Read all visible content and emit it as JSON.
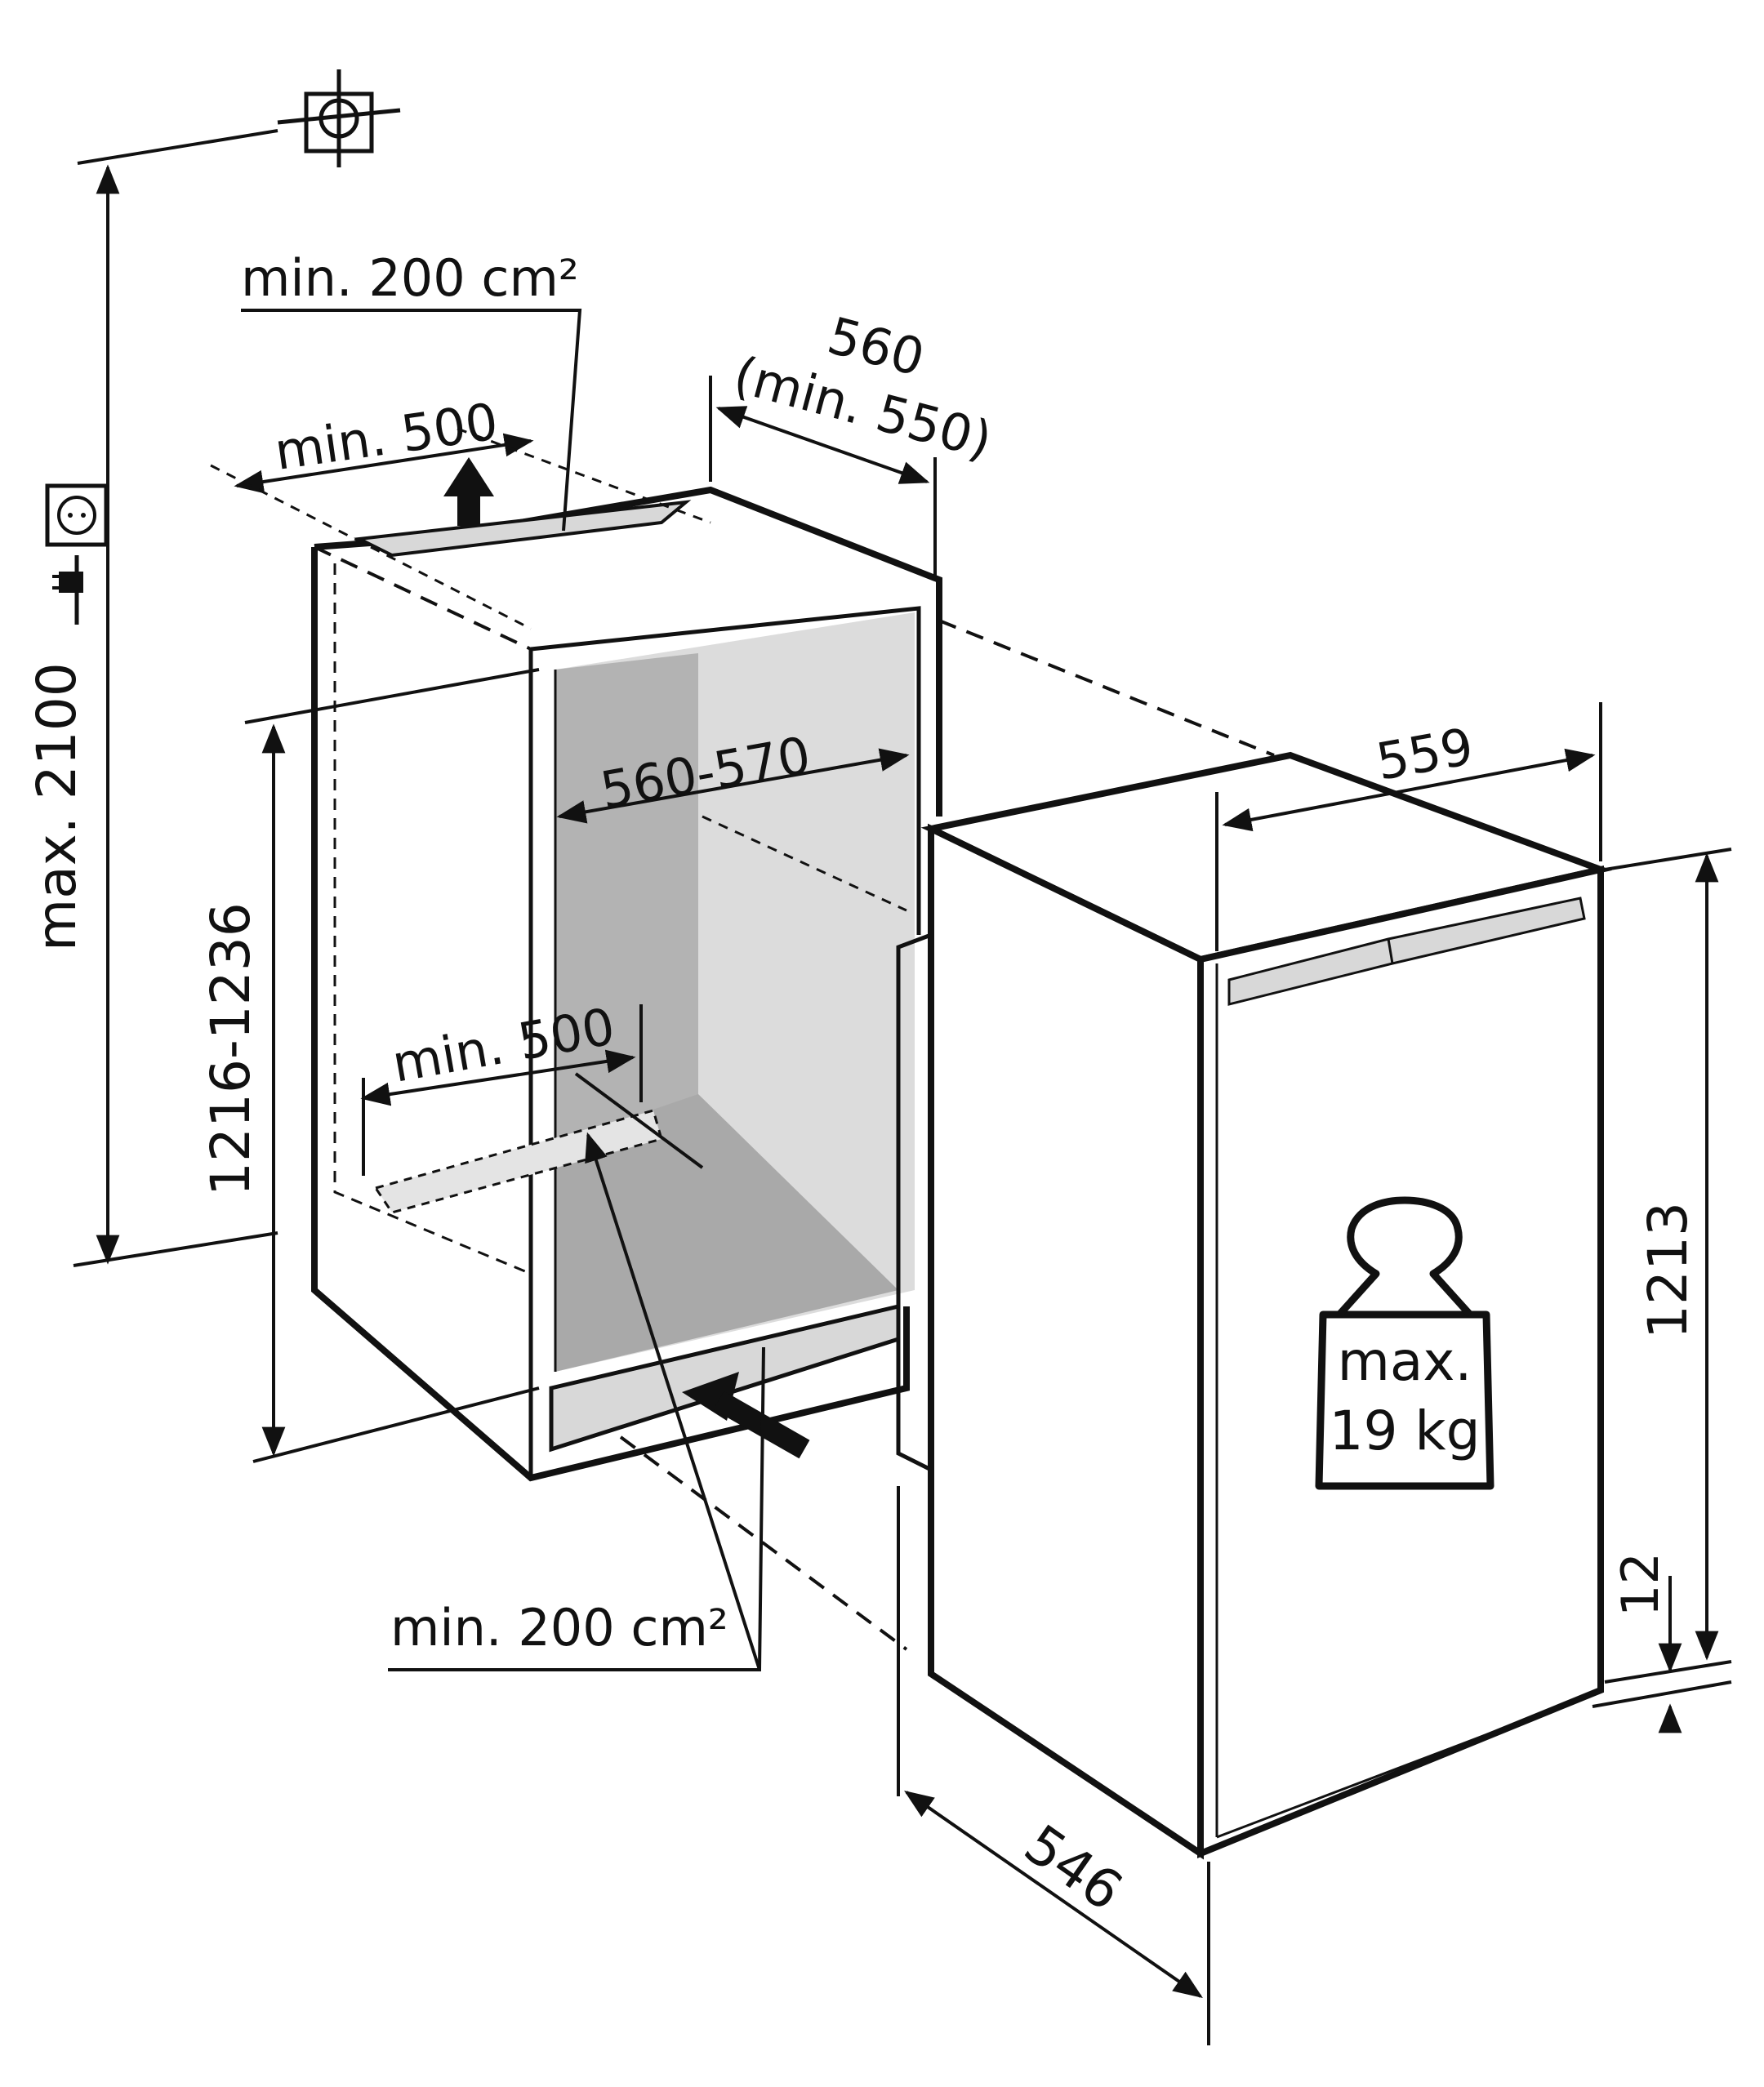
{
  "diagram": {
    "top_vent_area": "min. 200 cm²",
    "top_vent_depth": "min. 500",
    "niche_depth": "560",
    "niche_depth_min": "(min. 550)",
    "max_niche_height": "max. 2100",
    "niche_height": "1216-1236",
    "niche_width": "560-570",
    "bottom_vent_depth": "min. 500",
    "bottom_vent_area": "min. 200 cm²",
    "appliance_width": "559",
    "appliance_height": "1213",
    "plinth_offset": "12",
    "appliance_depth": "546",
    "door_load_line1": "max.",
    "door_load_line2": "19 kg"
  },
  "colors": {
    "stroke": "#111111",
    "niche_back": "#dcdcdc",
    "niche_side": "#b3b3b3",
    "niche_floor": "#a9a9a9",
    "vent_fill": "#d8d8d8"
  },
  "icons": [
    "wall-outlet-icon",
    "power-plug-icon",
    "water-connection-icon",
    "weight-icon",
    "arrow-up-icon",
    "arrow-in-icon"
  ]
}
